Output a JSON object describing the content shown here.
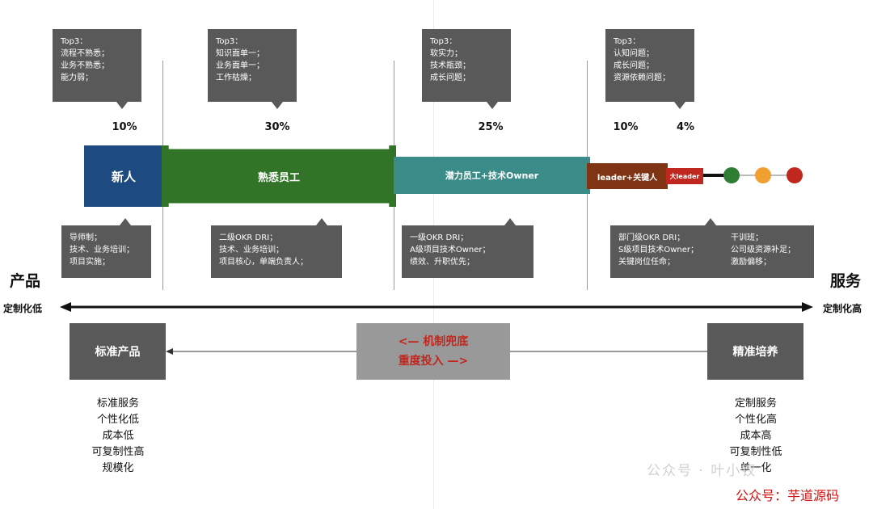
{
  "stages": [
    {
      "label": "新人",
      "color": "#1d4a80",
      "percent": "10%"
    },
    {
      "label": "熟悉员工",
      "color": "#317327",
      "percent": "30%"
    },
    {
      "label": "潜力员工+技术Owner",
      "color": "#3b8c89",
      "percent": "25%"
    },
    {
      "label": "leader+关键人",
      "color": "#7f3513",
      "percent": "10%"
    },
    {
      "label": "大leader",
      "color": "#c0281f",
      "percent": "4%"
    }
  ],
  "dots": [
    "#2e7d32",
    "#f0a030",
    "#c0281f"
  ],
  "top_callouts": [
    "Top3：\n流程不熟悉；\n业务不熟悉；\n能力弱；",
    "Top3：\n知识面单一；\n业务面单一；\n工作枯燥；",
    "Top3：\n软实力；\n技术瓶颈；\n成长问题；",
    "Top3：\n认知问题；\n成长问题；\n资源依赖问题；"
  ],
  "bottom_callouts": [
    "导师制；\n技术、业务培训；\n项目实施；",
    "二级OKR DRI；\n技术、业务培训；\n项目核心，单端负责人；",
    "一级OKR DRI；\nA级项目技术Owner；\n绩效、升职优先；"
  ],
  "bottom_callout_4": {
    "left": "部门级OKR DRI；\nS级项目技术Owner；\n关键岗位任命；",
    "right": "干训班；\n公司级资源补足；\n激励偏移；"
  },
  "axis": {
    "left_title": "产品",
    "right_title": "服务",
    "left_sub": "定制化低",
    "right_sub": "定制化高"
  },
  "left_box": "标准产品",
  "right_box": "精准培养",
  "center_box": {
    "line1": "<— 机制兜底",
    "line2": "重度投入 —>"
  },
  "left_list": [
    "标准服务",
    "个性化低",
    "成本低",
    "可复制性高",
    "规模化"
  ],
  "right_list": [
    "定制服务",
    "个性化高",
    "成本高",
    "可复制性低",
    "单一化"
  ],
  "watermark_grey": "公众号 · 叶小钗",
  "watermark_red": "公众号：芋道源码"
}
